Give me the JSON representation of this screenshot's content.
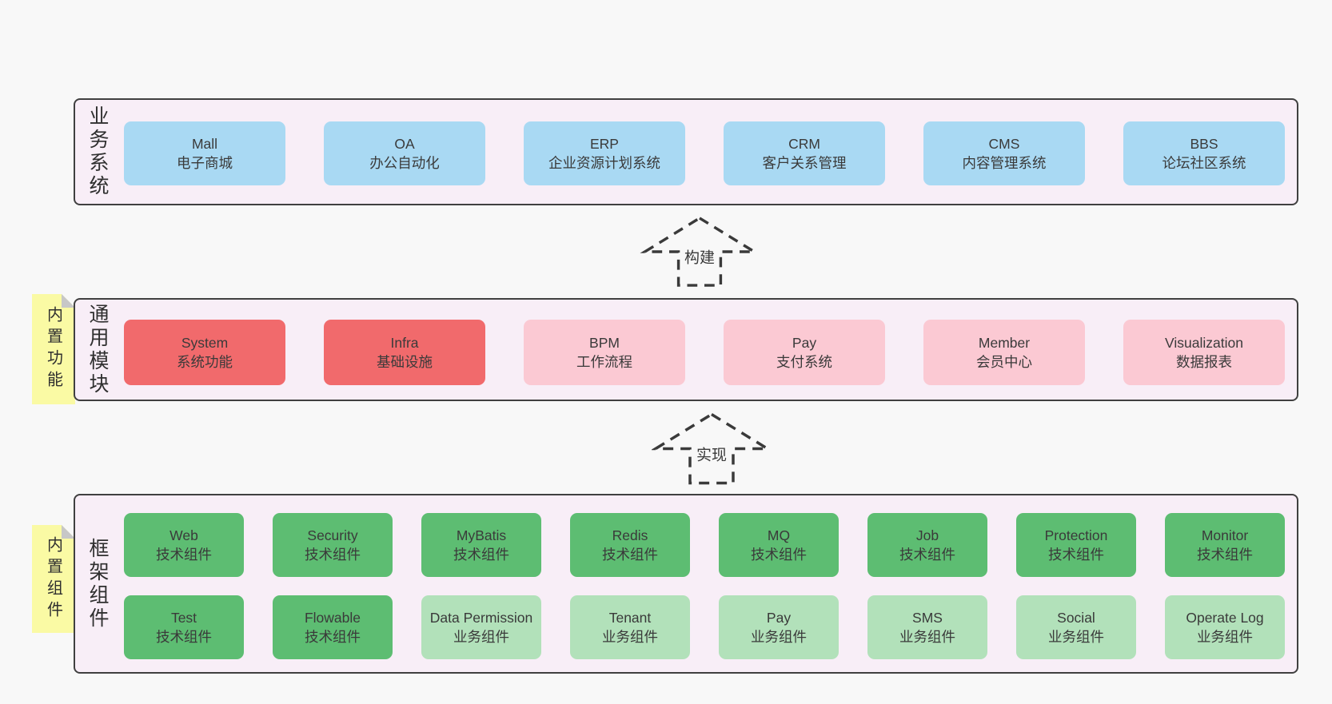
{
  "colors": {
    "page_bg": "#f8f8f8",
    "panel_bg": "#f8eef7",
    "panel_border": "#404040",
    "blue_box": "#a9d9f3",
    "red_box": "#f16a6c",
    "pink_box": "#fbc9d3",
    "green_box": "#5dbd72",
    "light_green_box": "#b2e1ba",
    "note_yellow": "#fafaa4",
    "note_fold_gray": "#c7c7c7",
    "text": "#3a3a3a"
  },
  "arrows": [
    {
      "label": "构建"
    },
    {
      "label": "实现"
    }
  ],
  "panels": [
    {
      "name": "业务系统",
      "boxes": [
        {
          "title": "Mall",
          "subtitle": "电子商城",
          "variant": "blue"
        },
        {
          "title": "OA",
          "subtitle": "办公自动化",
          "variant": "blue"
        },
        {
          "title": "ERP",
          "subtitle": "企业资源计划系统",
          "variant": "blue"
        },
        {
          "title": "CRM",
          "subtitle": "客户关系管理",
          "variant": "blue"
        },
        {
          "title": "CMS",
          "subtitle": "内容管理系统",
          "variant": "blue"
        },
        {
          "title": "BBS",
          "subtitle": "论坛社区系统",
          "variant": "blue"
        }
      ]
    },
    {
      "name": "通用模块",
      "note": "内置功能",
      "boxes": [
        {
          "title": "System",
          "subtitle": "系统功能",
          "variant": "red"
        },
        {
          "title": "Infra",
          "subtitle": "基础设施",
          "variant": "red"
        },
        {
          "title": "BPM",
          "subtitle": "工作流程",
          "variant": "pink"
        },
        {
          "title": "Pay",
          "subtitle": "支付系统",
          "variant": "pink"
        },
        {
          "title": "Member",
          "subtitle": "会员中心",
          "variant": "pink"
        },
        {
          "title": "Visualization",
          "subtitle": "数据报表",
          "variant": "pink"
        }
      ]
    },
    {
      "name": "框架组件",
      "note": "内置组件",
      "rows": [
        [
          {
            "title": "Web",
            "subtitle": "技术组件",
            "variant": "green"
          },
          {
            "title": "Security",
            "subtitle": "技术组件",
            "variant": "green"
          },
          {
            "title": "MyBatis",
            "subtitle": "技术组件",
            "variant": "green"
          },
          {
            "title": "Redis",
            "subtitle": "技术组件",
            "variant": "green"
          },
          {
            "title": "MQ",
            "subtitle": "技术组件",
            "variant": "green"
          },
          {
            "title": "Job",
            "subtitle": "技术组件",
            "variant": "green"
          },
          {
            "title": "Protection",
            "subtitle": "技术组件",
            "variant": "green"
          },
          {
            "title": "Monitor",
            "subtitle": "技术组件",
            "variant": "green"
          }
        ],
        [
          {
            "title": "Test",
            "subtitle": "技术组件",
            "variant": "green"
          },
          {
            "title": "Flowable",
            "subtitle": "技术组件",
            "variant": "green"
          },
          {
            "title": "Data Permission",
            "subtitle": "业务组件",
            "variant": "green-light"
          },
          {
            "title": "Tenant",
            "subtitle": "业务组件",
            "variant": "green-light"
          },
          {
            "title": "Pay",
            "subtitle": "业务组件",
            "variant": "green-light"
          },
          {
            "title": "SMS",
            "subtitle": "业务组件",
            "variant": "green-light"
          },
          {
            "title": "Social",
            "subtitle": "业务组件",
            "variant": "green-light"
          },
          {
            "title": "Operate Log",
            "subtitle": "业务组件",
            "variant": "green-light"
          }
        ]
      ]
    }
  ]
}
